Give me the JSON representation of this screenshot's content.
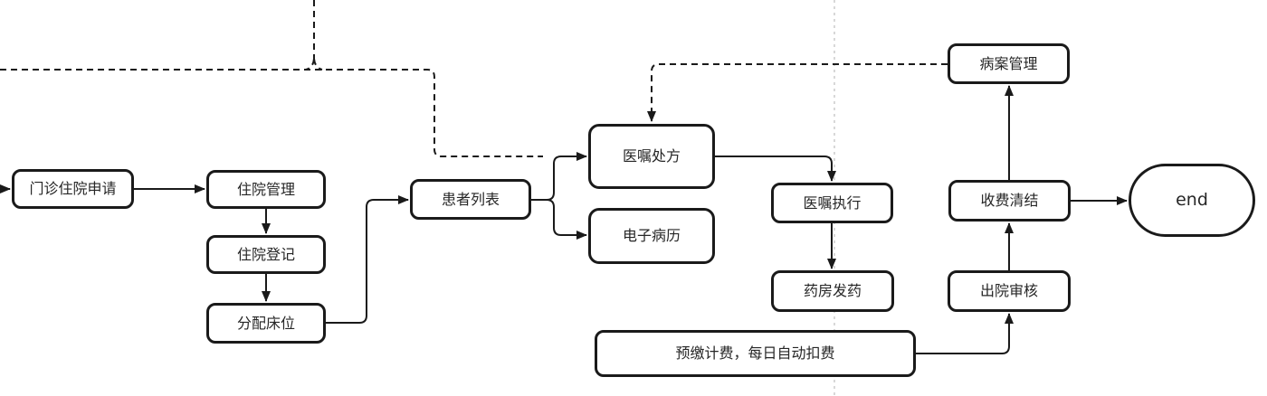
{
  "diagram": {
    "background_color": "#ffffff",
    "stroke_color": "#1a1a1a",
    "node_fill_color": "#ffffff",
    "text_color": "#262626",
    "guide_line_color": "#cccccc",
    "nodes": [
      {
        "id": "outpatient-admission-request",
        "label": "门诊住院申请",
        "shape": "rounded-rect"
      },
      {
        "id": "inpatient-management",
        "label": "住院管理",
        "shape": "rounded-rect"
      },
      {
        "id": "admission-registration",
        "label": "住院登记",
        "shape": "rounded-rect"
      },
      {
        "id": "bed-allocation",
        "label": "分配床位",
        "shape": "rounded-rect"
      },
      {
        "id": "patient-list",
        "label": "患者列表",
        "shape": "rounded-rect"
      },
      {
        "id": "doctor-order-prescription",
        "label": "医嘱处方",
        "shape": "rounded-rect"
      },
      {
        "id": "electronic-medical-record",
        "label": "电子病历",
        "shape": "rounded-rect"
      },
      {
        "id": "order-execution",
        "label": "医嘱执行",
        "shape": "rounded-rect"
      },
      {
        "id": "pharmacy-dispensing",
        "label": "药房发药",
        "shape": "rounded-rect"
      },
      {
        "id": "medical-record-management",
        "label": "病案管理",
        "shape": "rounded-rect"
      },
      {
        "id": "fee-settlement",
        "label": "收费清结",
        "shape": "rounded-rect"
      },
      {
        "id": "discharge-review",
        "label": "出院审核",
        "shape": "rounded-rect"
      },
      {
        "id": "prepaid-billing",
        "label": "预缴计费，每日自动扣费",
        "shape": "rounded-rect"
      },
      {
        "id": "end",
        "label": "end",
        "shape": "terminator"
      }
    ],
    "edges": [
      {
        "from": "offscreen-left",
        "to": "outpatient-admission-request",
        "style": "solid"
      },
      {
        "from": "outpatient-admission-request",
        "to": "inpatient-management",
        "style": "solid"
      },
      {
        "from": "inpatient-management",
        "to": "admission-registration",
        "style": "solid"
      },
      {
        "from": "admission-registration",
        "to": "bed-allocation",
        "style": "solid"
      },
      {
        "from": "bed-allocation",
        "to": "patient-list",
        "style": "solid"
      },
      {
        "from": "patient-list",
        "to": "doctor-order-prescription",
        "style": "solid"
      },
      {
        "from": "patient-list",
        "to": "electronic-medical-record",
        "style": "solid"
      },
      {
        "from": "doctor-order-prescription",
        "to": "order-execution",
        "style": "solid"
      },
      {
        "from": "order-execution",
        "to": "pharmacy-dispensing",
        "style": "solid"
      },
      {
        "from": "prepaid-billing",
        "to": "discharge-review",
        "style": "solid"
      },
      {
        "from": "discharge-review",
        "to": "fee-settlement",
        "style": "solid"
      },
      {
        "from": "fee-settlement",
        "to": "medical-record-management",
        "style": "solid"
      },
      {
        "from": "fee-settlement",
        "to": "end",
        "style": "solid"
      },
      {
        "from": "medical-record-management",
        "to": "doctor-order-prescription",
        "style": "dashed"
      },
      {
        "from": "offscreen-left",
        "to": "doctor-order-prescription",
        "style": "dashed"
      },
      {
        "from": "offscreen-top",
        "to": "offscreen-left-trunk",
        "style": "dashed"
      }
    ]
  }
}
